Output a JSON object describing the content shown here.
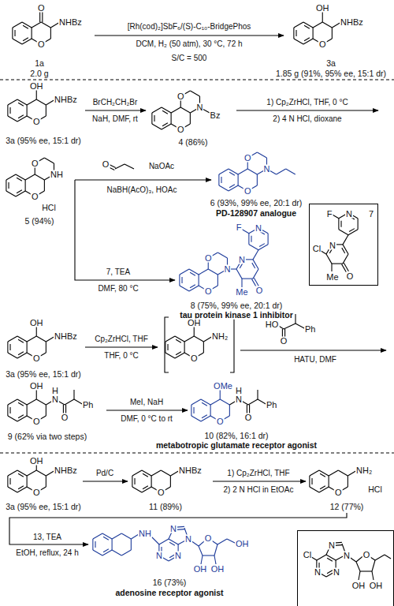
{
  "diagram": {
    "nodes": [
      {
        "text": [
          "7",
          "F",
          "N",
          "Cl",
          "N",
          "Me",
          "O"
        ]
      },
      {
        "text": [
          "Cl",
          "N",
          "N",
          "N",
          "N",
          "O",
          "OH",
          "OH"
        ]
      }
    ],
    "labels": [
      "O",
      "NHBz",
      "O",
      "1a",
      "2.0 g",
      "[Rh(cod)₂]SbF₆/(S)-C₁₀-BridgePhos",
      "DCM, H₂ (50 atm), 30 °C, 72 h",
      "S/C = 500",
      "OH",
      "NHBz",
      "O",
      "3a",
      "1.85 g (91%, 95% ee, 15:1 dr)",
      "OH",
      "NHBz",
      "O",
      "3a (95% ee, 15:1 dr)",
      "BrCH₂CH₂Br",
      "NaH, DMF, rt",
      "O",
      "N",
      "Bz",
      "O",
      "4 (86%)",
      "1) Cp₂ZrHCl, THF, 0 °C",
      "2) 4 N HCl, dioxane",
      "O",
      "NH",
      "O",
      "HCl",
      "5 (94%)",
      "O",
      "NaOAc",
      "NaBH(AcO)₃, HOAc",
      "O",
      "N",
      "O",
      "6 (93%, 99% ee, 20:1 dr)",
      "PD-128907 analogue",
      "7, TEA",
      "DMF, 80 °C",
      "O",
      "N",
      "N",
      "Me",
      "O",
      "F",
      "N",
      "O",
      "8 (75%, 99% ee, 20:1 dr)",
      "tau protein kinase 1 inhibitor",
      "OH",
      "NHBz",
      "O",
      "3a (95% ee, 15:1 dr)",
      "Cp₂ZrHCl, THF",
      "THF, 0 °C",
      "OH",
      "NH₂",
      "O",
      "HO",
      "O",
      "Ph",
      "HATU, DMF",
      "OH",
      "H",
      "N",
      "O",
      "Ph",
      "O",
      "9 (62% via two steps)",
      "MeI, NaH",
      "DMF, 0 °C to rt",
      "OMe",
      "H",
      "N",
      "O",
      "Ph",
      "O",
      "10 (82%, 16:1 dr)",
      "metabotropic glutamate receptor agonist",
      "OH",
      "NHBz",
      "O",
      "3a (95% ee, 15:1 dr)",
      "Pd/C",
      "NHBz",
      "O",
      "11 (89%)",
      "1) Cp₂ZrHCl, THF",
      "2) 2 N HCl in EtOAc",
      "NH₂",
      "O",
      "HCl",
      "12 (77%)",
      "13, TEA",
      "EtOH, reflux, 24 h",
      "NH",
      "N",
      "N",
      "N",
      "N",
      "O",
      "OH",
      "OH",
      "OH",
      "16 (73%)",
      "adenosine receptor agonist"
    ]
  }
}
